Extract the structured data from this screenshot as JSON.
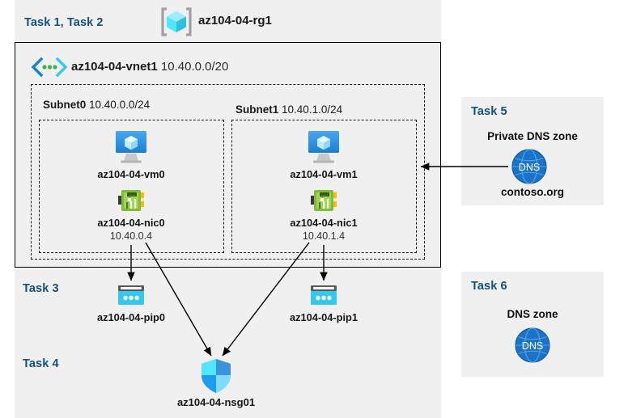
{
  "header": {
    "task_label": "Task 1, Task 2",
    "resource_group_name": "az104-04-rg1",
    "resource_group_icon": "resource-group-cube-icon"
  },
  "vnet": {
    "name": "az104-04-vnet1",
    "cidr": "10.40.0.0/20",
    "icon": "virtual-network-icon"
  },
  "subnets": [
    {
      "name": "Subnet0",
      "cidr": "10.40.0.0/24",
      "vm": {
        "label": "az104-04-vm0",
        "icon": "virtual-machine-icon"
      },
      "nic": {
        "label": "az104-04-nic0",
        "ip": "10.40.0.4",
        "icon": "network-interface-icon"
      }
    },
    {
      "name": "Subnet1",
      "cidr": "10.40.1.0/24",
      "vm": {
        "label": "az104-04-vm1",
        "icon": "virtual-machine-icon"
      },
      "nic": {
        "label": "az104-04-nic1",
        "ip": "10.40.1.4",
        "icon": "network-interface-icon"
      }
    }
  ],
  "task3": {
    "task_label": "Task 3",
    "public_ips": [
      {
        "label": "az104-04-pip0",
        "icon": "public-ip-address-icon"
      },
      {
        "label": "az104-04-pip1",
        "icon": "public-ip-address-icon"
      }
    ]
  },
  "task4": {
    "task_label": "Task 4",
    "nsg": {
      "label": "az104-04-nsg01",
      "icon": "network-security-group-shield-icon"
    }
  },
  "task5": {
    "task_label": "Task 5",
    "heading": "Private DNS zone",
    "zone_name": "contoso.org",
    "icon": "dns-globe-icon",
    "icon_text": "DNS"
  },
  "task6": {
    "task_label": "Task 6",
    "heading": "DNS zone",
    "icon": "dns-globe-icon",
    "icon_text": "DNS"
  },
  "colors": {
    "task_label": "#12507e",
    "panel_background": "#f0f0f0",
    "page_background": "#ffffff",
    "azure_blue": "#0078d4",
    "cyan": "#32c8f0",
    "nic_green": "#76bc2d",
    "dns_blue": "#1a73c8",
    "arrow": "#000000"
  }
}
